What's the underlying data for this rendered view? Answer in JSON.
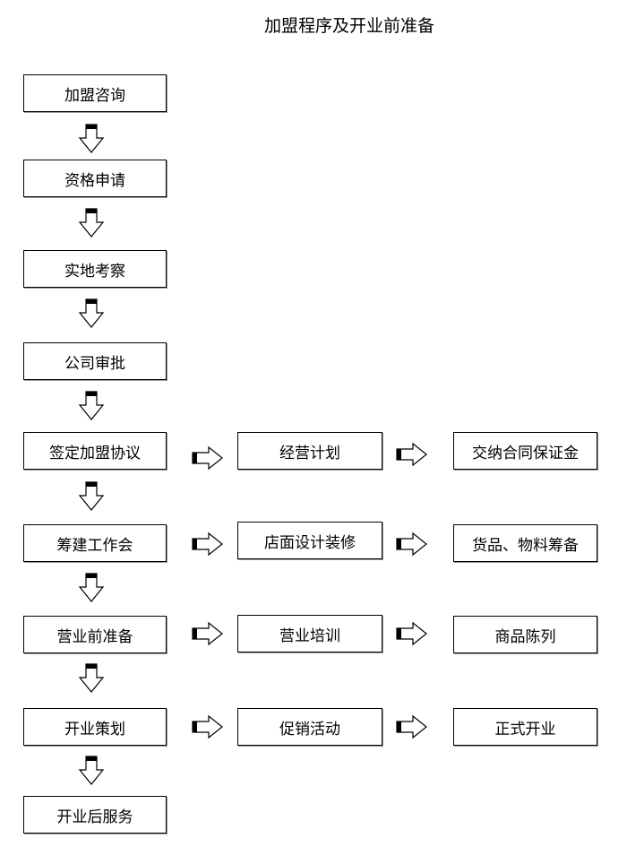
{
  "title": "加盟程序及开业前准备",
  "steps": [
    {
      "label": "加盟咨询"
    },
    {
      "label": "资格申请"
    },
    {
      "label": "实地考察"
    },
    {
      "label": "公司审批"
    },
    {
      "label": "签定加盟协议"
    },
    {
      "label": "筹建工作会"
    },
    {
      "label": "营业前准备"
    },
    {
      "label": "开业策划"
    },
    {
      "label": "开业后服务"
    }
  ],
  "branches": [
    {
      "from": "签定加盟协议",
      "mid": "经营计划",
      "end": "交纳合同保证金"
    },
    {
      "from": "筹建工作会",
      "mid": "店面设计装修",
      "end": "货品、物料筹备"
    },
    {
      "from": "营业前准备",
      "mid": "营业培训",
      "end": "商品陈列"
    },
    {
      "from": "开业策划",
      "mid": "促销活动",
      "end": "正式开业"
    }
  ]
}
